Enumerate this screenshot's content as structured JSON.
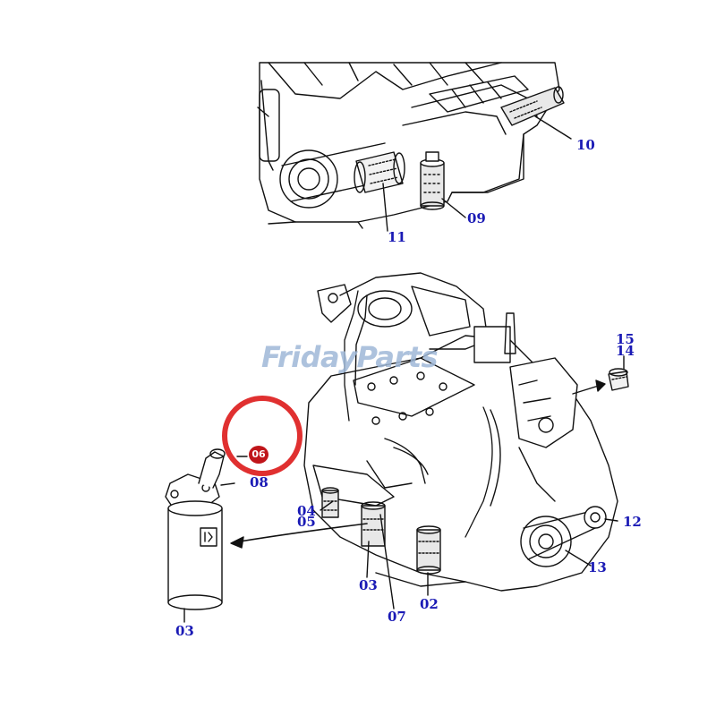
{
  "watermark": {
    "text": "FridayParts"
  },
  "highlight": {
    "part": "06",
    "ring_color": "#e03030",
    "badge_color": "#c0151a"
  },
  "callouts": {
    "c02": "02",
    "c03a": "03",
    "c03b": "03",
    "c04": "04",
    "c05": "05",
    "c07": "07",
    "c08": "08",
    "c09": "09",
    "c10": "10",
    "c11": "11",
    "c12": "12",
    "c13": "13",
    "c14": "14",
    "c15": "15"
  },
  "colors": {
    "callout_text": "#1a1ab5",
    "line_art": "#111111"
  }
}
